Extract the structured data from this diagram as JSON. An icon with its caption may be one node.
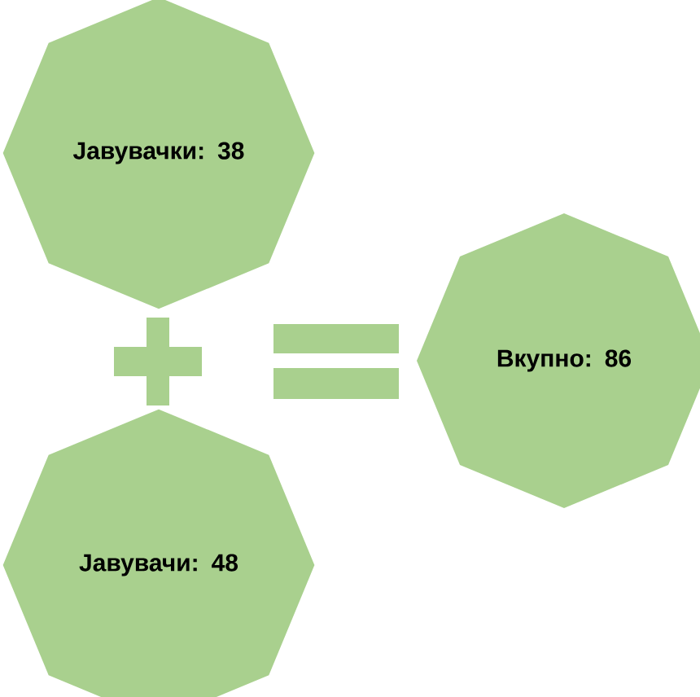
{
  "diagram": {
    "nodes": [
      {
        "text": [
          "Јавувачки: 38"
        ]
      },
      {
        "text": [
          "Вкупно: 86"
        ]
      },
      {
        "text": [
          "Јавувачи: 48"
        ]
      }
    ],
    "edges": []
  }
}
